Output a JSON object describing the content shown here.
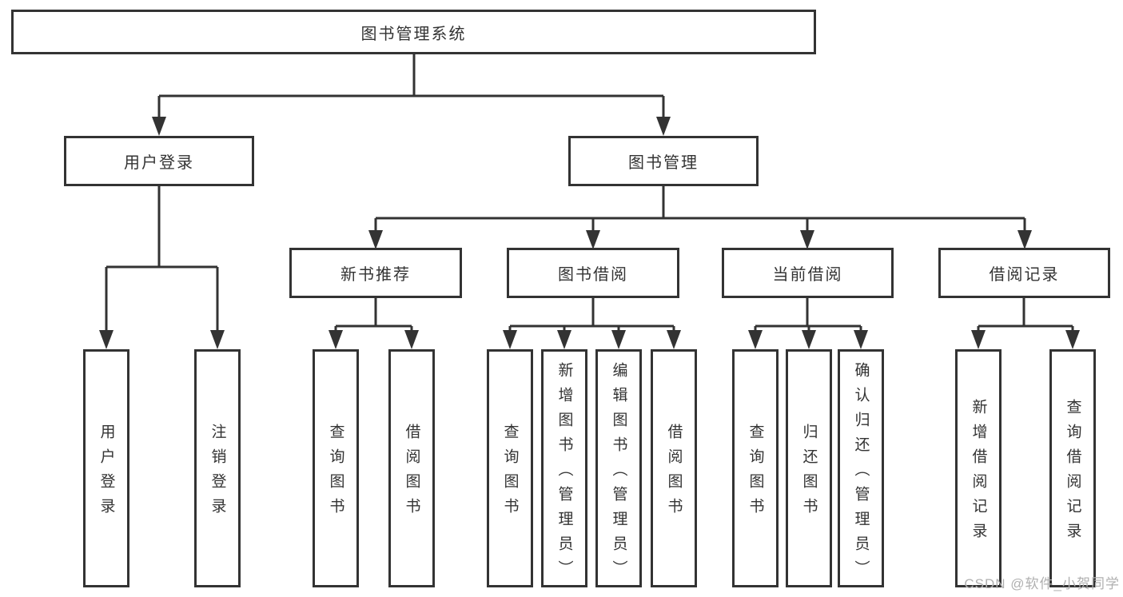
{
  "nodes": {
    "root": "图书管理系统",
    "user_login": "用户登录",
    "book_management": "图书管理",
    "new_book_recommend": "新书推荐",
    "book_borrow": "图书借阅",
    "current_borrow": "当前借阅",
    "borrow_records": "借阅记录",
    "leaves": {
      "login": [
        "用户登录",
        "注销登录"
      ],
      "recommend": [
        "查询图书",
        "借阅图书"
      ],
      "borrow": [
        "查询图书",
        "新增图书（管理员）",
        "编辑图书（管理员）",
        "借阅图书"
      ],
      "current": [
        "查询图书",
        "归还图书",
        "确认归还（管理员）"
      ],
      "records": [
        "新增借阅记录",
        "查询借阅记录"
      ]
    }
  },
  "watermark": "CSDN @软件_小贺同学",
  "colors": {
    "line": "#333333",
    "text": "#333333",
    "box_fill": "#ffffff",
    "watermark": "#b0b0b0",
    "background": "#ffffff"
  }
}
